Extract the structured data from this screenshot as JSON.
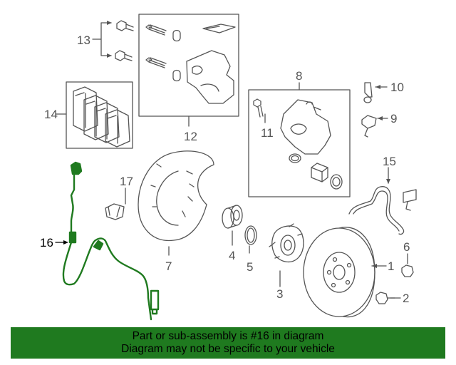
{
  "colors": {
    "line": "#555555",
    "highlight_part": "#1f7a1f",
    "caption_bg": "#1f7a1f",
    "caption_text": "#000000"
  },
  "callouts": {
    "c1": "1",
    "c2": "2",
    "c3": "3",
    "c4": "4",
    "c5": "5",
    "c6": "6",
    "c7": "7",
    "c8": "8",
    "c9": "9",
    "c10": "10",
    "c11": "11",
    "c12": "12",
    "c13": "13",
    "c14": "14",
    "c15": "15",
    "c16": "16",
    "c17": "17"
  },
  "highlighted_part": "16",
  "caption": {
    "line1": "Part or sub-assembly is #16 in diagram",
    "line2": "Diagram may not be specific to your vehicle"
  }
}
